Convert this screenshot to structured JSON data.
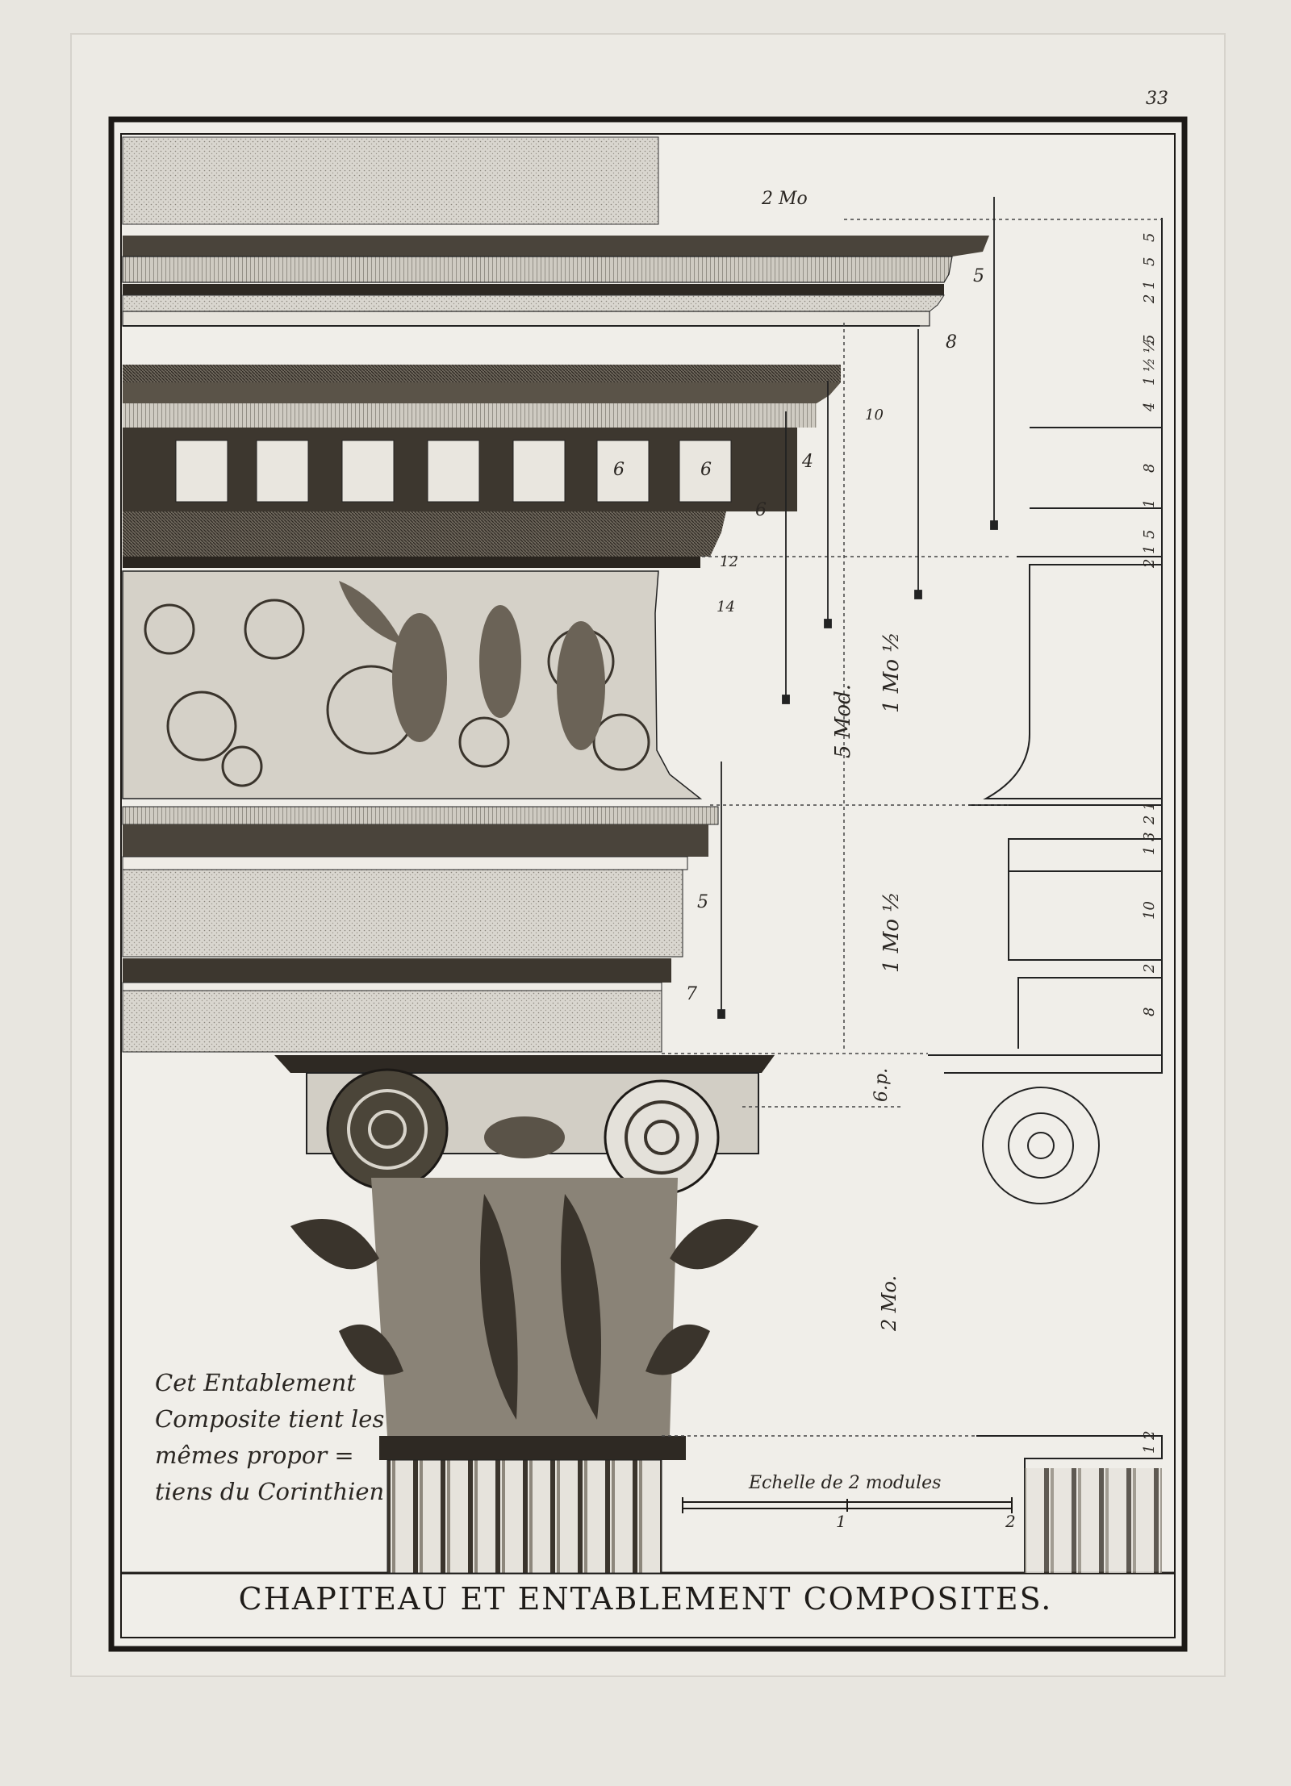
{
  "page_number": "33",
  "title": "CHAPITEAU ET ENTABLEMENT COMPOSITES.",
  "caption_lines": [
    "Cet Entablement",
    "Composite tient les",
    "mêmes propor =",
    "tiens du Corinthien"
  ],
  "scale": {
    "label": "Echelle de 2 modules",
    "tick_1": "1",
    "tick_2": "2"
  },
  "dimensions": {
    "top_width": "2 Mo",
    "cornice_upper": "5",
    "cornice_lower": "8",
    "dentil_band": "10",
    "corona": "4",
    "dentil_a": "6",
    "dentil_b": "6",
    "dentil_c": "6",
    "frieze_top": "12",
    "frieze": "14",
    "entablature_total": "5 Mod.",
    "frieze_height": "1 Mo ½",
    "architrave_upper": "5",
    "architrave_lower": "7",
    "architrave_height": "1 Mo ½",
    "abacus": "6.p.",
    "capital_height": "2 Mo."
  },
  "right_scale": [
    "5",
    "5",
    "2 1",
    "5",
    "1 ½ ½",
    "4",
    "8",
    "1",
    "5",
    "2 1",
    "2 1",
    "1 3",
    "10",
    "2",
    "8",
    "1 2"
  ]
}
